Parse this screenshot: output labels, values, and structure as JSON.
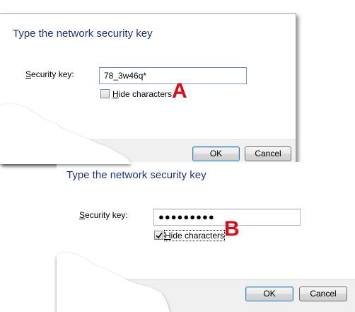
{
  "panel_a": {
    "title": "Type the network security key",
    "security_key_label_u": "S",
    "security_key_label_rest": "ecurity key:",
    "security_key_value": "78_3w46q*",
    "hide_characters_u": "H",
    "hide_characters_rest": "ide characters",
    "hide_characters_checked": false,
    "marker": "A",
    "ok_label": "OK",
    "cancel_label": "Cancel"
  },
  "panel_b": {
    "title": "Type the network security key",
    "security_key_label_u": "S",
    "security_key_label_rest": "ecurity key:",
    "security_key_value": "●●●●●●●●●",
    "hide_characters_u": "H",
    "hide_characters_rest": "ide characters",
    "hide_characters_checked": true,
    "marker": "B",
    "ok_label": "OK",
    "cancel_label": "Cancel"
  },
  "colors": {
    "title": "#1e3287",
    "marker": "#e30613",
    "footer": "#f0f0f0",
    "field_border": "#7a9cd3"
  }
}
